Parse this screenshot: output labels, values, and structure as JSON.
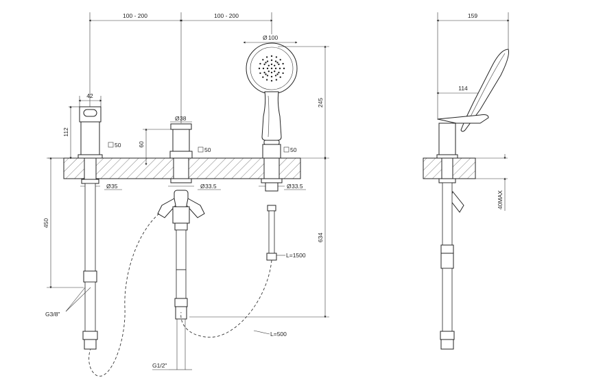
{
  "dimensions": {
    "spacing_left": "100 - 200",
    "spacing_right": "100 - 200",
    "spout_width": "42",
    "spout_height": "112",
    "spout_square": "50",
    "spout_hole": "35",
    "mixer_dia": "38",
    "mixer_square": "50",
    "mixer_hole": "33.5",
    "deck_thickness": "60",
    "shower_dia": "100",
    "shower_height": "245",
    "holder_square": "50",
    "holder_hole": "33.5",
    "hose_length_left": "450",
    "total_depth": "634",
    "shower_hose": "L=1500",
    "flex_hose": "L=500",
    "thread_left": "G3/8\"",
    "thread_bottom": "G1/2\"",
    "side_width": "159",
    "side_reach": "114",
    "max_deck": "40MAX"
  },
  "diameter_symbol": "Ø"
}
